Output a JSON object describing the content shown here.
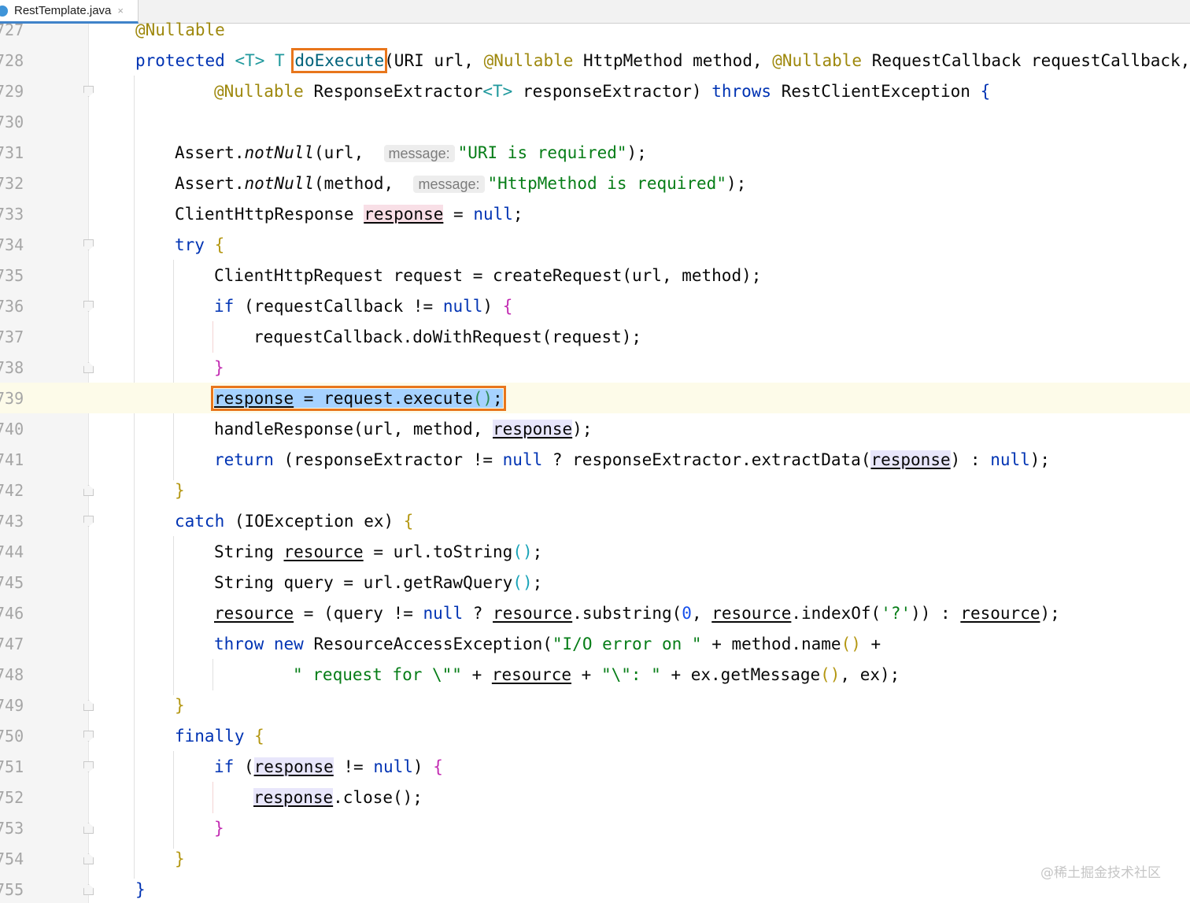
{
  "tab": {
    "label": "RestTemplate.java",
    "close": "×",
    "icon": "java-file-icon"
  },
  "watermark": "@稀土掘金技术社区",
  "code_text": {
    "l727": "@Nullable",
    "l728": {
      "protected": "protected",
      "tparam": "<T>",
      "t": "T",
      "method": "doExecute",
      "p1": "(URI url, ",
      "ann1": "@Nullable",
      "p2": " HttpMethod method, ",
      "ann2": "@Nullable",
      "p3": " RequestCallback requestCallback,"
    },
    "l729": {
      "ann": "@Nullable",
      "p1": " ResponseExtractor",
      "tparam": "<T>",
      "p2": " responseExtractor) ",
      "throws": "throws",
      "p3": " RestClientException ",
      "brace": "{"
    },
    "l731": {
      "a": "Assert.",
      "m": "notNull",
      "b": "(url, ",
      "hint": "message:",
      "s": "\"URI is required\"",
      "e": ");"
    },
    "l732": {
      "a": "Assert.",
      "m": "notNull",
      "b": "(method, ",
      "hint": "message:",
      "s": "\"HttpMethod is required\"",
      "e": ");"
    },
    "l733": {
      "a": "ClientHttpResponse ",
      "v": "response",
      "b": " = ",
      "n": "null",
      "e": ";"
    },
    "l734": {
      "kw": "try",
      "brace": "{"
    },
    "l735": "ClientHttpRequest request = createRequest(url, method);",
    "l736": {
      "kw": "if",
      "a": " (requestCallback != ",
      "n": "null",
      "b": ") ",
      "brace": "{"
    },
    "l737": "requestCallback.doWithRequest(request);",
    "l738": "}",
    "l739": {
      "v": "response",
      "b": " = request.execute",
      "p": "()",
      "e": ";"
    },
    "l740": {
      "a": "handleResponse(url, method, ",
      "v": "response",
      "e": ");"
    },
    "l741": {
      "kw": "return",
      "a": " (responseExtractor != ",
      "n": "null",
      "b": " ? responseExtractor.extractData(",
      "v": "response",
      "c": ") : ",
      "n2": "null",
      "e": ");"
    },
    "l742": "}",
    "l743": {
      "kw": "catch",
      "a": " (IOException ex) ",
      "brace": "{"
    },
    "l744": {
      "a": "String ",
      "v": "resource",
      "b": " = url.toString",
      "p": "()",
      "e": ";"
    },
    "l745": {
      "a": "String query = url.getRawQuery",
      "p": "()",
      "e": ";"
    },
    "l746": {
      "v": "resource",
      "a": " = (query != ",
      "n": "null",
      "b": " ? ",
      "v2": "resource",
      "c": ".substring(",
      "num": "0",
      "d": ", ",
      "v3": "resource",
      "f": ".indexOf(",
      "s": "'?'",
      "g": ")) : ",
      "v4": "resource",
      "e": ");"
    },
    "l747": {
      "kw1": "throw",
      "kw2": "new",
      "a": " ResourceAccessException(",
      "s": "\"I/O error on \"",
      "b": " + method.name",
      "p": "()",
      "c": " +"
    },
    "l748": {
      "s1": "\" request for \\\"\"",
      "a": " + ",
      "v": "resource",
      "b": " + ",
      "s2": "\"\\\": \"",
      "c": " + ex.getMessage",
      "p": "()",
      "e": ", ex);"
    },
    "l749": "}",
    "l750": {
      "kw": "finally",
      "brace": "{"
    },
    "l751": {
      "kw": "if",
      "a": " (",
      "v": "response",
      "b": " != ",
      "n": "null",
      "c": ") ",
      "brace": "{"
    },
    "l752": {
      "v": "response",
      "e": ".close();"
    },
    "l753": "}",
    "l754": "}",
    "l755": "}"
  },
  "line_numbers": [
    "727",
    "728",
    "729",
    "730",
    "731",
    "732",
    "733",
    "734",
    "735",
    "736",
    "737",
    "738",
    "739",
    "740",
    "741",
    "742",
    "743",
    "744",
    "745",
    "746",
    "747",
    "748",
    "749",
    "750",
    "751",
    "752",
    "753",
    "754",
    "755"
  ],
  "colors": {
    "keyword": "#0033b3",
    "annotation": "#9e880d",
    "string": "#067d17",
    "number": "#1750eb",
    "selection": "#a6d2ff",
    "highlight_box": "#e8761c",
    "current_line": "#fdfbe9"
  }
}
